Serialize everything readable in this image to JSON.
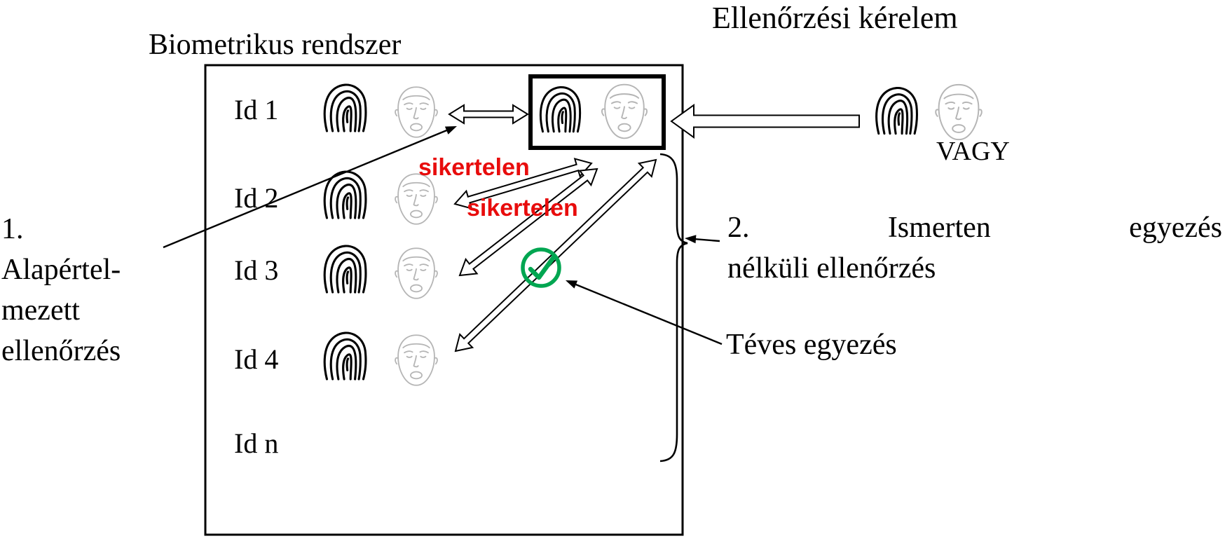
{
  "diagram": {
    "system_title": "Biometrikus rendszer",
    "request_title": "Ellenőrzési kérelem",
    "or_label": "VAGY",
    "rows": [
      {
        "label": "Id 1"
      },
      {
        "label": "Id 2"
      },
      {
        "label": "Id 3"
      },
      {
        "label": "Id 4"
      },
      {
        "label": "Id n"
      }
    ],
    "fail_labels": [
      "sikertelen",
      "sikertelen"
    ],
    "note_default": {
      "line1": "1.",
      "line2": "Alapértel-",
      "line3": "mezett",
      "line4": "ellenőrzés"
    },
    "note_verification": {
      "line1": "2. Ismerten egyezés",
      "line2": "nélküli ellenőrzés"
    },
    "false_match_label": "Téves egyezés",
    "colors": {
      "fail_text": "#e80c0c",
      "check_green": "#00a651",
      "ink": "#000000",
      "face_gray": "#b5b5b5"
    }
  }
}
